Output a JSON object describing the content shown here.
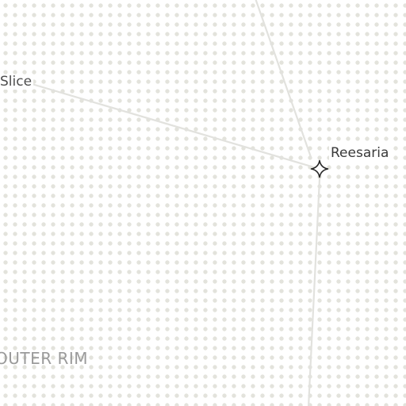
{
  "map": {
    "routes": [
      {
        "name": "Slice"
      },
      {
        "name": ""
      },
      {
        "name": ""
      }
    ],
    "route_color": "#e2e2de",
    "dot_color": "#e3e3dc",
    "planets": [
      {
        "name": "Reesaria",
        "marker_icon": "four-point-star-icon"
      }
    ],
    "regions": [
      {
        "name": "OUTER RIM"
      }
    ]
  }
}
